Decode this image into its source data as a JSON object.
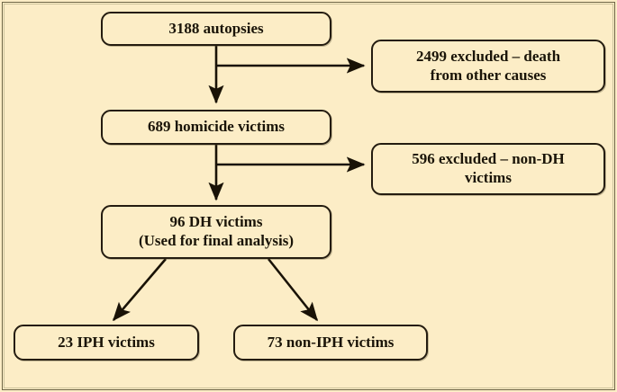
{
  "figure": {
    "type": "flowchart",
    "title": "Autopsy case selection flow",
    "background_color": "#fcedc6",
    "box_border_color": "#241c10",
    "text_color": "#1a1408",
    "frame_color": "#6e6646"
  },
  "nodes": [
    {
      "id": "autopsies",
      "label": "3188 autopsies",
      "count": 3188,
      "line1": "3188 autopsies",
      "line2": ""
    },
    {
      "id": "excluded-other-causes",
      "label": "2499 excluded – death from other causes",
      "count": 2499,
      "line1": "2499 excluded – death",
      "line2": "from other causes"
    },
    {
      "id": "homicide-victims",
      "label": "689 homicide victims",
      "count": 689,
      "line1": "689 homicide victims",
      "line2": ""
    },
    {
      "id": "excluded-non-dh",
      "label": "596 excluded – non-DH victims",
      "count": 596,
      "line1": "596 excluded – non-DH",
      "line2": "victims"
    },
    {
      "id": "dh-victims",
      "label": "96 DH victims (Used for final analysis)",
      "count": 96,
      "line1": "96 DH victims",
      "line2": "(Used for final analysis)"
    },
    {
      "id": "iph-victims",
      "label": "23 IPH victims",
      "count": 23,
      "line1": "23 IPH victims",
      "line2": ""
    },
    {
      "id": "non-iph-victims",
      "label": "73 non-IPH victims",
      "count": 73,
      "line1": "73 non-IPH victims",
      "line2": ""
    }
  ],
  "edges": [
    {
      "id": "autopsies-to-homicide",
      "from": "autopsies",
      "to": "homicide-victims",
      "kind": "vertical-arrow"
    },
    {
      "id": "autopsies-to-excluded-other-causes",
      "from": "autopsies",
      "to": "excluded-other-causes",
      "kind": "branch-right-arrow"
    },
    {
      "id": "homicide-to-dh",
      "from": "homicide-victims",
      "to": "dh-victims",
      "kind": "vertical-arrow"
    },
    {
      "id": "homicide-to-excluded-non-dh",
      "from": "homicide-victims",
      "to": "excluded-non-dh",
      "kind": "branch-right-arrow"
    },
    {
      "id": "dh-to-iph",
      "from": "dh-victims",
      "to": "iph-victims",
      "kind": "diagonal-arrow-left"
    },
    {
      "id": "dh-to-non-iph",
      "from": "dh-victims",
      "to": "non-iph-victims",
      "kind": "diagonal-arrow-right"
    }
  ]
}
